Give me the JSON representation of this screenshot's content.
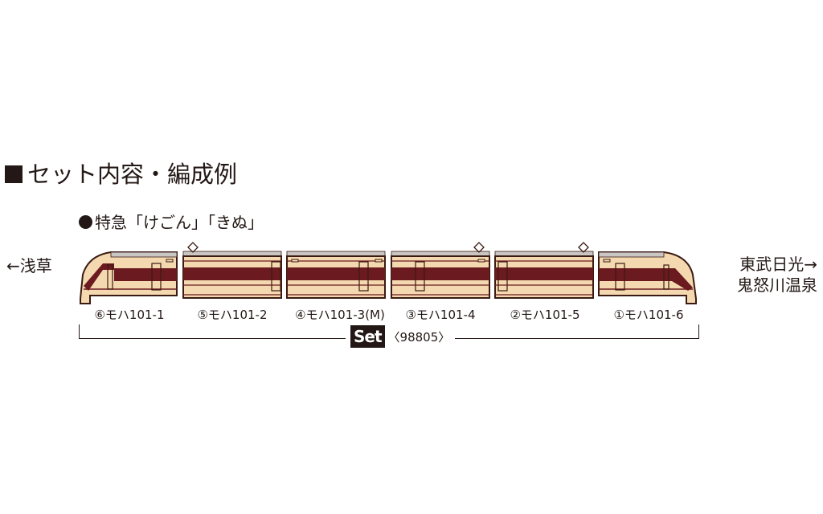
{
  "header": {
    "title": "セット内容・編成例",
    "title_marker": "square-bullet"
  },
  "train_name": {
    "label": "特急「けごん」「きぬ」",
    "marker": "circle-bullet"
  },
  "destinations": {
    "left": "←浅草",
    "right_line1": "東武日光→",
    "right_line2": "鬼怒川温泉"
  },
  "cars": [
    {
      "position": "⑥",
      "name": "モハ101-1",
      "label": "⑥モハ101-1",
      "type": "cab-left",
      "pantograph": false
    },
    {
      "position": "⑤",
      "name": "モハ101-2",
      "label": "⑤モハ101-2",
      "type": "middle",
      "pantograph": true,
      "pantograph_side": "left"
    },
    {
      "position": "④",
      "name": "モハ101-3(M)",
      "label": "④モハ101-3(M)",
      "type": "middle",
      "pantograph": false,
      "motor": true
    },
    {
      "position": "③",
      "name": "モハ101-4",
      "label": "③モハ101-4",
      "type": "middle",
      "pantograph": true,
      "pantograph_side": "right"
    },
    {
      "position": "②",
      "name": "モハ101-5",
      "label": "②モハ101-5",
      "type": "middle",
      "pantograph": true,
      "pantograph_side": "right"
    },
    {
      "position": "①",
      "name": "モハ101-6",
      "label": "①モハ101-6",
      "type": "cab-right",
      "pantograph": false
    }
  ],
  "set": {
    "badge": "Set",
    "code": "〈98805〉"
  },
  "colors": {
    "body_cream": "#f4d9b0",
    "stripe_maroon": "#6b1a1f",
    "outline": "#3a1a12",
    "roof_gray": "#c9c6c3",
    "text": "#231815"
  }
}
